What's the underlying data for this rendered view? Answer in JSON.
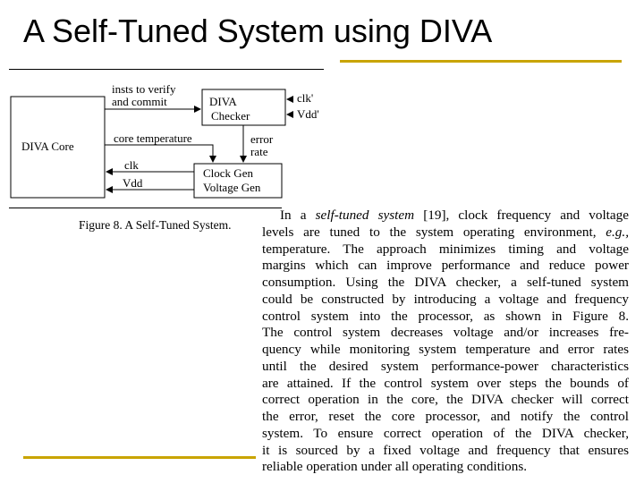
{
  "slide": {
    "title": "A Self-Tuned System using DIVA"
  },
  "figure": {
    "core_label": "DIVA Core",
    "checker_label_1": "DIVA",
    "checker_label_2": "Checker",
    "gen_label_1": "Clock Gen",
    "gen_label_2": "Voltage Gen",
    "insts_label_1": "insts to verify",
    "insts_label_2": "and commit",
    "core_temp_label": "core temperature",
    "clk_label": "clk",
    "vdd_label": "Vdd",
    "error_label_1": "error",
    "error_label_2": "rate",
    "clk_prime_label": "clk'",
    "vdd_prime_label": "Vdd'",
    "caption": "Figure 8.  A Self-Tuned System."
  },
  "body": {
    "l1_pre": "In a ",
    "l1_em": "self-tuned system",
    "l1_post": " [19], clock frequency and voltage",
    "l2_pre": "levels are tuned to the system operating environment, ",
    "l2_em": "e.g.,",
    "l3": "temperature.  The approach minimizes timing and voltage",
    "l4": "margins which can improve performance and reduce power",
    "l5": "consumption. Using the DIVA checker, a self-tuned system",
    "l6": "could be constructed by introducing a voltage and frequency",
    "l7": "control system into the processor, as shown in Figure 8.",
    "l8": "The control system decreases voltage and/or increases fre-",
    "l9": "quency while monitoring system temperature and error rates",
    "l10": "until the desired system performance-power characteristics",
    "l11": "are attained.  If the control system over steps the bounds of",
    "l12": "correct operation in the core, the DIVA checker will correct",
    "l13": "the error, reset the core processor, and notify the control",
    "l14": "system.  To ensure correct operation of the DIVA checker,",
    "l15": "it is sourced by a fixed voltage and frequency that ensures",
    "l16": "reliable operation under all operating conditions."
  }
}
